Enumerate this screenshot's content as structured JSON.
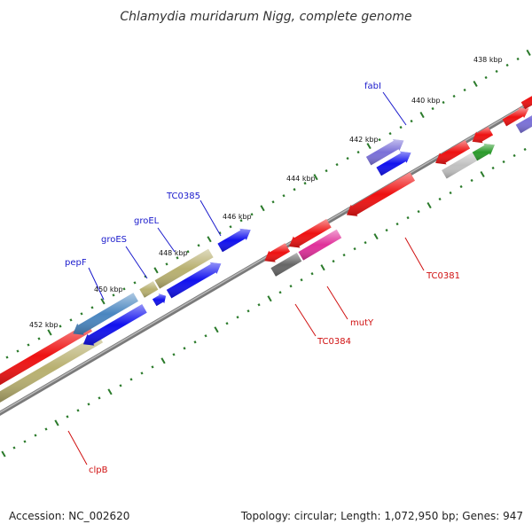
{
  "title": "Chlamydia muridarum Nigg, complete genome",
  "footer": {
    "accession": "Accession: NC_002620",
    "summary": "Topology: circular; Length: 1,072,950 bp; Genes: 947"
  },
  "scale_labels": [
    "438 kbp",
    "440 kbp",
    "442 kbp",
    "444 kbp",
    "446 kbp",
    "448 kbp",
    "450 kbp",
    "452 kbp"
  ],
  "gene_labels": {
    "fabI": "fabI",
    "TC0385": "TC0385",
    "groEL": "groEL",
    "groES": "groES",
    "pepF": "pepF",
    "TC0381": "TC0381",
    "mutY": "mutY",
    "TC0384": "TC0384",
    "clpB": "clpB"
  },
  "colors": {
    "forward_cds": "#ee1111",
    "reverse_cds": "#1111ee",
    "olive": "#b8b070",
    "steel_blue": "#4a86c0",
    "purple": "#7a70d8",
    "magenta": "#e0309a",
    "grey": "#666666",
    "light_grey": "#c0c0c0",
    "green": "#2a9a2a",
    "tick_green": "#2a7a2a",
    "backbone": "#7a7a7a"
  }
}
